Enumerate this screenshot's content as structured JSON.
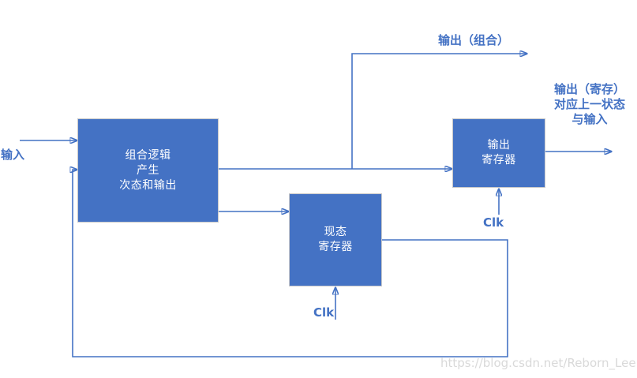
{
  "labels": {
    "input": "输入",
    "output_combinational": "输出（组合）",
    "output_registered": [
      "输出（寄存）",
      "对应上一状态",
      "与输入"
    ],
    "clk_state": "Clk",
    "clk_output": "Clk"
  },
  "boxes": {
    "comb_logic": {
      "lines": [
        "组合逻辑",
        "产生",
        "次态和输出"
      ]
    },
    "state_reg": {
      "lines": [
        "现态",
        "寄存器"
      ]
    },
    "output_reg": {
      "lines": [
        "输出",
        "寄存器"
      ]
    }
  },
  "colors": {
    "box_fill": "#4472c4",
    "box_border": "#c9c9c9",
    "connector": "#4472c4",
    "label_text": "#4472c4",
    "box_text": "#ffffff",
    "watermark_text": "#d9d9d9",
    "background": "#ffffff"
  },
  "watermark": "https://blog.csdn.net/Reborn_Lee"
}
